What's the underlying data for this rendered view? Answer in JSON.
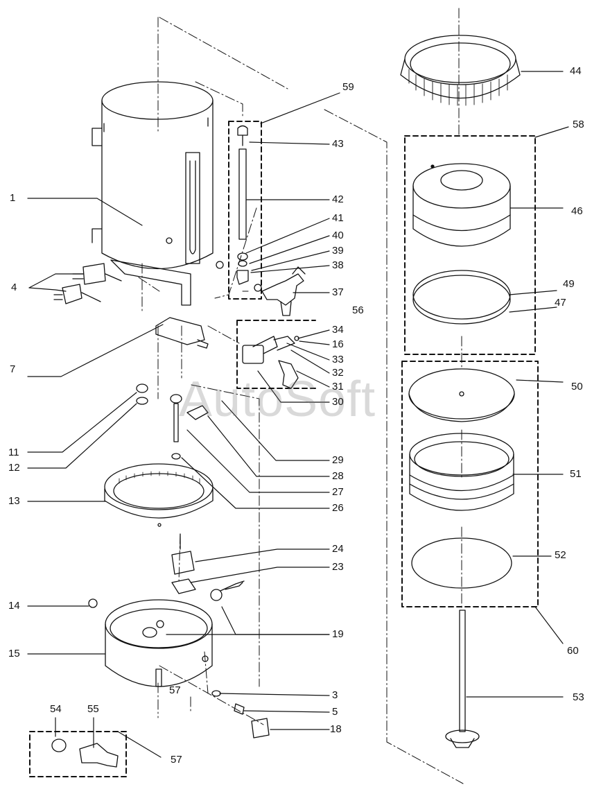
{
  "watermark": "AutoSoft",
  "callouts": [
    {
      "id": "c1",
      "text": "1"
    },
    {
      "id": "c4",
      "text": "4"
    },
    {
      "id": "c7",
      "text": "7"
    },
    {
      "id": "c11",
      "text": "11"
    },
    {
      "id": "c12",
      "text": "12"
    },
    {
      "id": "c13",
      "text": "13"
    },
    {
      "id": "c14",
      "text": "14"
    },
    {
      "id": "c15",
      "text": "15"
    },
    {
      "id": "c54",
      "text": "54"
    },
    {
      "id": "c55",
      "text": "55"
    },
    {
      "id": "c57a",
      "text": "57"
    },
    {
      "id": "c57b",
      "text": "57"
    },
    {
      "id": "c59",
      "text": "59"
    },
    {
      "id": "c43",
      "text": "43"
    },
    {
      "id": "c42",
      "text": "42"
    },
    {
      "id": "c41",
      "text": "41"
    },
    {
      "id": "c40",
      "text": "40"
    },
    {
      "id": "c39",
      "text": "39"
    },
    {
      "id": "c38",
      "text": "38"
    },
    {
      "id": "c37",
      "text": "37"
    },
    {
      "id": "c56",
      "text": "56"
    },
    {
      "id": "c34",
      "text": "34"
    },
    {
      "id": "c16",
      "text": "16"
    },
    {
      "id": "c33",
      "text": "33"
    },
    {
      "id": "c32",
      "text": "32"
    },
    {
      "id": "c31",
      "text": "31"
    },
    {
      "id": "c30",
      "text": "30"
    },
    {
      "id": "c29",
      "text": "29"
    },
    {
      "id": "c28",
      "text": "28"
    },
    {
      "id": "c27",
      "text": "27"
    },
    {
      "id": "c26",
      "text": "26"
    },
    {
      "id": "c24",
      "text": "24"
    },
    {
      "id": "c23",
      "text": "23"
    },
    {
      "id": "c19",
      "text": "19"
    },
    {
      "id": "c3",
      "text": "3"
    },
    {
      "id": "c5",
      "text": "5"
    },
    {
      "id": "c18",
      "text": "18"
    },
    {
      "id": "c44",
      "text": "44"
    },
    {
      "id": "c58",
      "text": "58"
    },
    {
      "id": "c46",
      "text": "46"
    },
    {
      "id": "c49",
      "text": "49"
    },
    {
      "id": "c47",
      "text": "47"
    },
    {
      "id": "c50",
      "text": "50"
    },
    {
      "id": "c51",
      "text": "51"
    },
    {
      "id": "c52",
      "text": "52"
    },
    {
      "id": "c60",
      "text": "60"
    },
    {
      "id": "c53",
      "text": "53"
    }
  ]
}
